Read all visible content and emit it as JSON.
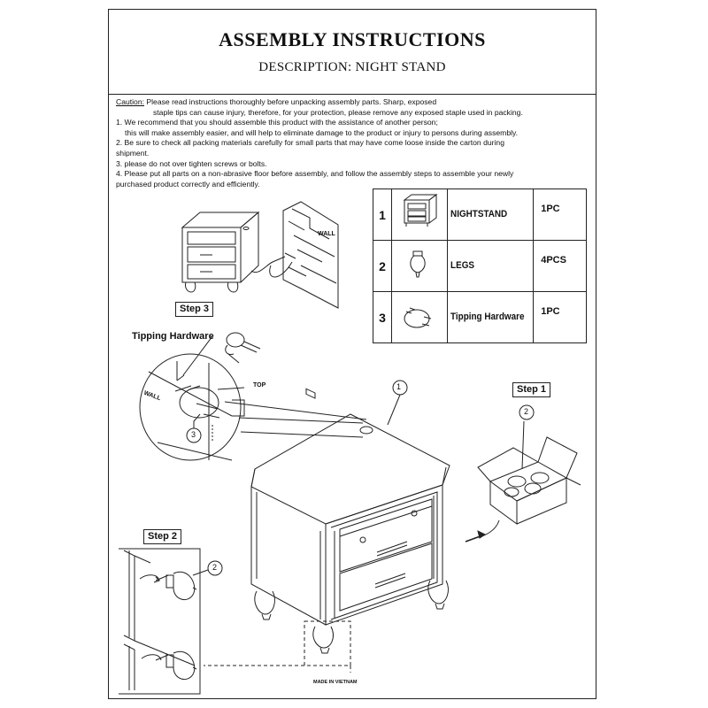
{
  "header": {
    "title": "ASSEMBLY INSTRUCTIONS",
    "description": "DESCRIPTION: NIGHT  STAND"
  },
  "caution": {
    "label": "Caution:",
    "line1": " Please read instructions thoroughly before unpacking assembly parts. Sharp, exposed",
    "line1b": "staple tips can cause injury, therefore, for your protection, please remove any exposed staple used in packing.",
    "item1": "1. We recommend that you should assemble this product with the assistance of another person;",
    "item1b": "this will make assembly easier, and will help to eliminate damage to the product or injury to persons during assembly.",
    "item2": "2. Be sure to check all packing materials carefully for small parts that may have come loose inside the carton during",
    "item2b": "shipment.",
    "item3": "3. please do not over tighten screws or bolts.",
    "item4": "4. Please put all parts on a non-abrasive floor before assembly, and follow the assembly steps to assemble your newly",
    "item4b": "purchased product correctly and efficiently."
  },
  "parts": [
    {
      "num": "1",
      "name": "NIGHTSTAND",
      "qty": "1PC",
      "icon": "nightstand-icon"
    },
    {
      "num": "2",
      "name": "LEGS",
      "qty": "4PCS",
      "icon": "leg-icon"
    },
    {
      "num": "3",
      "name": "Tipping Hardware",
      "qty": "1PC",
      "icon": "tipping-hardware-icon"
    }
  ],
  "labels": {
    "wall_top": "WALL",
    "wall_detail": "WALL",
    "top": "TOP",
    "tipping_hardware": "Tipping Hardware",
    "callout1": "1",
    "callout2_box": "2",
    "callout2_step2": "2",
    "callout3": "3",
    "made_in": "MADE IN VIETNAM"
  },
  "steps": {
    "step1": "Step 1",
    "step2": "Step 2",
    "step3": "Step 3"
  }
}
